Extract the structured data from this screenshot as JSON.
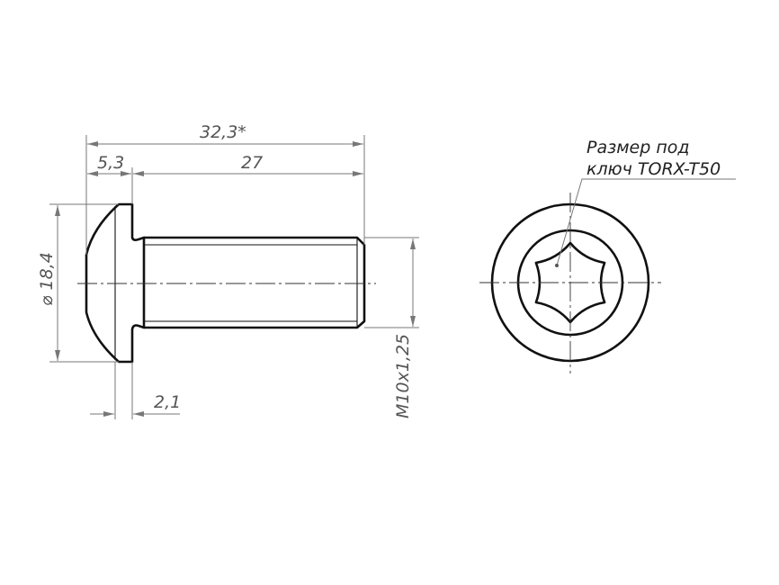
{
  "dimensions": {
    "overall_length": "32,3*",
    "head_height": "5,3",
    "shank_length": "27",
    "head_diameter": "18,4",
    "thread": "M10x1,25",
    "head_edge": "2,1"
  },
  "note": {
    "line1": "Размер под",
    "line2": "ключ TORX-T50"
  },
  "colors": {
    "outline": "#111111",
    "dimension": "#777777",
    "text": "#555555"
  }
}
